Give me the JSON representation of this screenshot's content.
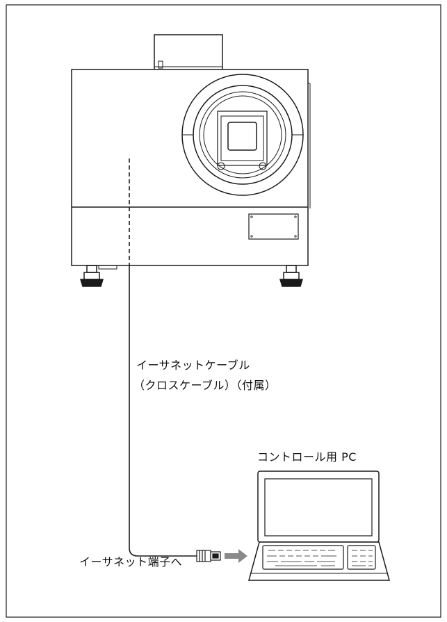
{
  "labels": {
    "cable_line1": "イーサネットケーブル",
    "cable_line2": "（クロスケーブル）（付属）",
    "pc": "コントロール用 PC",
    "port": "イーサネット端子へ"
  },
  "icons": [
    "projector-icon",
    "laptop-icon",
    "rj45-plug-icon",
    "arrow-right-icon"
  ],
  "colors": {
    "line": "#1a1a1a",
    "arrow": "#8a8a8a",
    "background": "#ffffff"
  }
}
